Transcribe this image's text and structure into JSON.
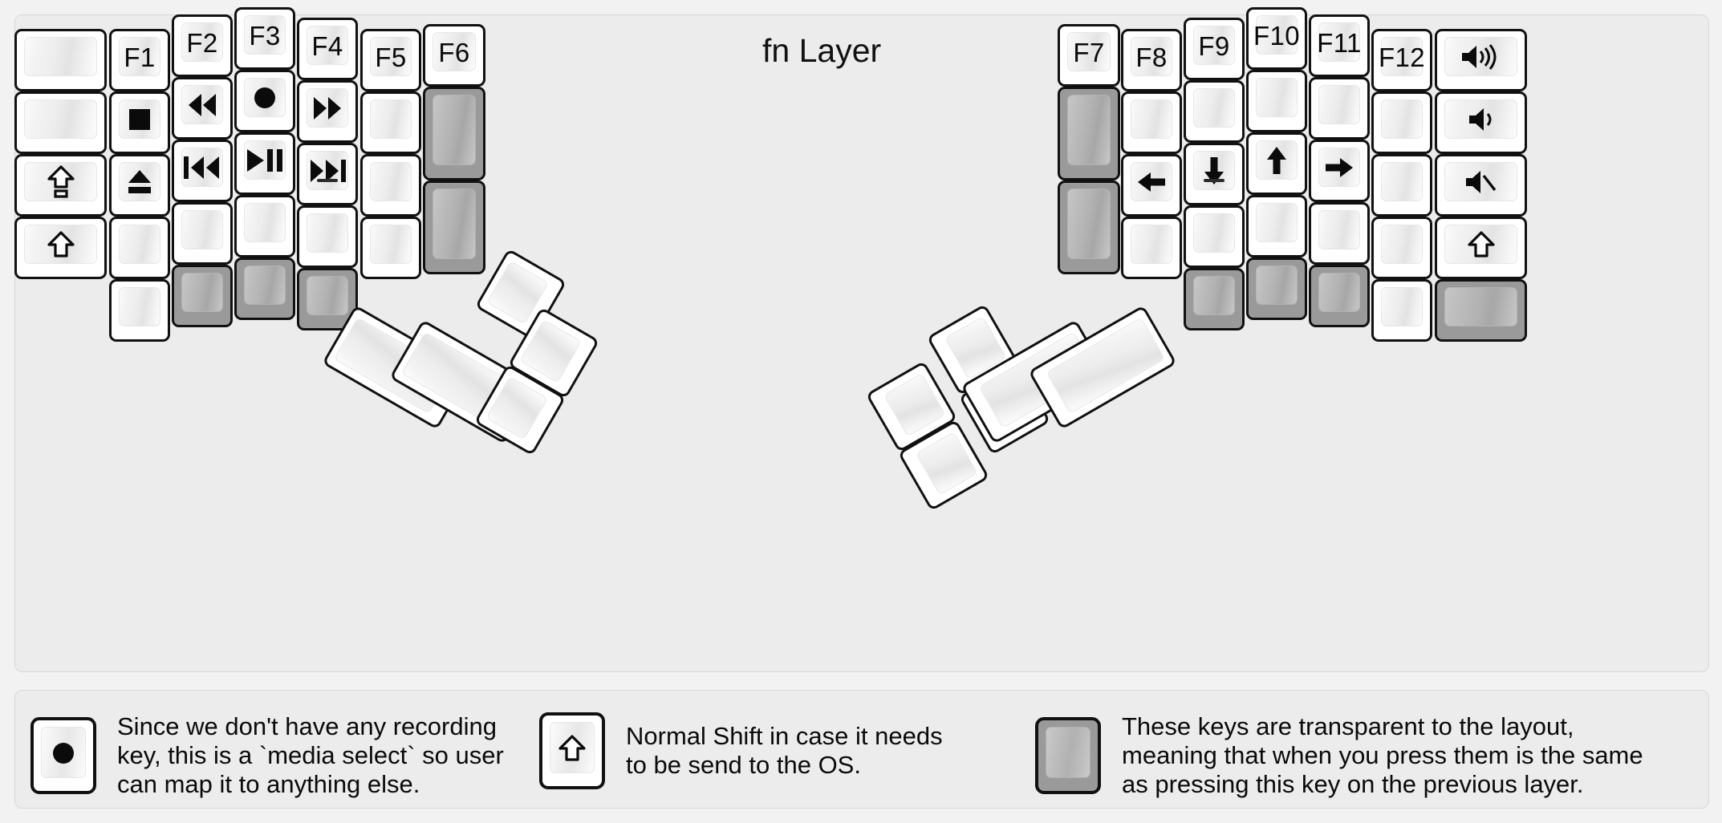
{
  "title": "fn Layer",
  "colors": {
    "background": "#f2f2f2",
    "panel": "#ececec",
    "key_fill": "#ffffff",
    "key_border": "#111111",
    "transparent_key": "#9a9a9a",
    "text": "#0a0a0a"
  },
  "left_half": {
    "name": "left-keyboard-half",
    "columns": [
      {
        "name": "col-pinky-outer",
        "keys": [
          {
            "label": "",
            "icon": "blank",
            "kind": "normal"
          },
          {
            "label": "",
            "icon": "blank",
            "kind": "normal"
          },
          {
            "label": "",
            "icon": "caps-lock",
            "kind": "normal"
          },
          {
            "label": "",
            "icon": "shift",
            "kind": "normal"
          }
        ]
      },
      {
        "name": "col-pinky",
        "keys": [
          {
            "label": "F1",
            "icon": "text",
            "kind": "normal"
          },
          {
            "label": "",
            "icon": "media-stop",
            "kind": "normal"
          },
          {
            "label": "",
            "icon": "media-eject",
            "kind": "normal"
          },
          {
            "label": "",
            "icon": "blank",
            "kind": "normal"
          },
          {
            "label": "",
            "icon": "blank",
            "kind": "normal"
          }
        ]
      },
      {
        "name": "col-ring",
        "keys": [
          {
            "label": "F2",
            "icon": "text",
            "kind": "normal"
          },
          {
            "label": "",
            "icon": "media-rewind",
            "kind": "normal"
          },
          {
            "label": "",
            "icon": "media-prev",
            "kind": "normal"
          },
          {
            "label": "",
            "icon": "blank",
            "kind": "normal"
          },
          {
            "label": "",
            "icon": "blank",
            "kind": "transparent"
          }
        ]
      },
      {
        "name": "col-middle",
        "keys": [
          {
            "label": "F3",
            "icon": "text",
            "kind": "normal"
          },
          {
            "label": "",
            "icon": "media-record",
            "kind": "normal"
          },
          {
            "label": "",
            "icon": "media-playpause",
            "kind": "normal"
          },
          {
            "label": "",
            "icon": "blank",
            "kind": "normal"
          },
          {
            "label": "",
            "icon": "blank",
            "kind": "transparent"
          }
        ]
      },
      {
        "name": "col-index",
        "keys": [
          {
            "label": "F4",
            "icon": "text",
            "kind": "normal"
          },
          {
            "label": "",
            "icon": "media-fastforward",
            "kind": "normal"
          },
          {
            "label": "",
            "icon": "media-next",
            "kind": "normal",
            "bump": true
          },
          {
            "label": "",
            "icon": "blank",
            "kind": "normal"
          },
          {
            "label": "",
            "icon": "blank",
            "kind": "transparent"
          }
        ]
      },
      {
        "name": "col-inner-1",
        "keys": [
          {
            "label": "F5",
            "icon": "text",
            "kind": "normal"
          },
          {
            "label": "",
            "icon": "blank",
            "kind": "normal"
          },
          {
            "label": "",
            "icon": "blank",
            "kind": "normal"
          },
          {
            "label": "",
            "icon": "blank",
            "kind": "normal"
          }
        ]
      },
      {
        "name": "col-inner-2",
        "keys": [
          {
            "label": "F6",
            "icon": "text",
            "kind": "normal"
          },
          {
            "label": "",
            "icon": "blank",
            "kind": "transparent"
          },
          {
            "label": "",
            "icon": "blank",
            "kind": "transparent"
          }
        ]
      }
    ],
    "thumb_cluster": {
      "name": "left-thumb-cluster",
      "keys": [
        {
          "label": "",
          "icon": "blank",
          "kind": "normal",
          "size": "2u-vertical"
        },
        {
          "label": "",
          "icon": "blank",
          "kind": "normal",
          "size": "2u-vertical"
        },
        {
          "label": "",
          "icon": "blank",
          "kind": "normal",
          "size": "1u"
        },
        {
          "label": "",
          "icon": "blank",
          "kind": "normal",
          "size": "1u"
        },
        {
          "label": "",
          "icon": "blank",
          "kind": "normal",
          "size": "1u"
        }
      ]
    }
  },
  "right_half": {
    "name": "right-keyboard-half",
    "columns": [
      {
        "name": "col-inner-2",
        "keys": [
          {
            "label": "F7",
            "icon": "text",
            "kind": "normal"
          },
          {
            "label": "",
            "icon": "blank",
            "kind": "transparent"
          },
          {
            "label": "",
            "icon": "blank",
            "kind": "transparent"
          }
        ]
      },
      {
        "name": "col-inner-1",
        "keys": [
          {
            "label": "F8",
            "icon": "text",
            "kind": "normal"
          },
          {
            "label": "",
            "icon": "blank",
            "kind": "normal"
          },
          {
            "label": "",
            "icon": "arrow-left",
            "kind": "normal"
          },
          {
            "label": "",
            "icon": "blank",
            "kind": "normal"
          }
        ]
      },
      {
        "name": "col-index",
        "keys": [
          {
            "label": "F9",
            "icon": "text",
            "kind": "normal"
          },
          {
            "label": "",
            "icon": "blank",
            "kind": "normal"
          },
          {
            "label": "",
            "icon": "arrow-down",
            "kind": "normal",
            "bump": true
          },
          {
            "label": "",
            "icon": "blank",
            "kind": "normal"
          },
          {
            "label": "",
            "icon": "blank",
            "kind": "transparent"
          }
        ]
      },
      {
        "name": "col-middle",
        "keys": [
          {
            "label": "F10",
            "icon": "text",
            "kind": "normal"
          },
          {
            "label": "",
            "icon": "blank",
            "kind": "normal"
          },
          {
            "label": "",
            "icon": "arrow-up",
            "kind": "normal"
          },
          {
            "label": "",
            "icon": "blank",
            "kind": "normal"
          },
          {
            "label": "",
            "icon": "blank",
            "kind": "transparent"
          }
        ]
      },
      {
        "name": "col-ring",
        "keys": [
          {
            "label": "F11",
            "icon": "text",
            "kind": "normal"
          },
          {
            "label": "",
            "icon": "blank",
            "kind": "normal"
          },
          {
            "label": "",
            "icon": "arrow-right",
            "kind": "normal"
          },
          {
            "label": "",
            "icon": "blank",
            "kind": "normal"
          },
          {
            "label": "",
            "icon": "blank",
            "kind": "transparent"
          }
        ]
      },
      {
        "name": "col-pinky",
        "keys": [
          {
            "label": "F12",
            "icon": "text",
            "kind": "normal"
          },
          {
            "label": "",
            "icon": "blank",
            "kind": "normal"
          },
          {
            "label": "",
            "icon": "blank",
            "kind": "normal"
          },
          {
            "label": "",
            "icon": "blank",
            "kind": "normal"
          },
          {
            "label": "",
            "icon": "blank",
            "kind": "normal"
          }
        ]
      },
      {
        "name": "col-pinky-outer",
        "keys": [
          {
            "label": "",
            "icon": "volume-up",
            "kind": "normal"
          },
          {
            "label": "",
            "icon": "volume-down",
            "kind": "normal"
          },
          {
            "label": "",
            "icon": "volume-mute",
            "kind": "normal"
          },
          {
            "label": "",
            "icon": "shift",
            "kind": "normal"
          },
          {
            "label": "",
            "icon": "blank",
            "kind": "transparent"
          }
        ]
      }
    ],
    "thumb_cluster": {
      "name": "right-thumb-cluster",
      "keys": [
        {
          "label": "",
          "icon": "blank",
          "kind": "normal",
          "size": "1u"
        },
        {
          "label": "",
          "icon": "blank",
          "kind": "normal",
          "size": "1u"
        },
        {
          "label": "",
          "icon": "blank",
          "kind": "normal",
          "size": "1u"
        },
        {
          "label": "",
          "icon": "blank",
          "kind": "normal",
          "size": "1u"
        },
        {
          "label": "",
          "icon": "blank",
          "kind": "normal",
          "size": "2u-vertical"
        },
        {
          "label": "",
          "icon": "blank",
          "kind": "normal",
          "size": "2u-vertical"
        }
      ]
    }
  },
  "legend": [
    {
      "name": "legend-media-select",
      "icon": "media-record",
      "key_kind": "normal",
      "text": "Since we don't have any recording\nkey, this is a `media select` so user\ncan map it to anything else."
    },
    {
      "name": "legend-normal-shift",
      "icon": "shift",
      "key_kind": "normal",
      "text": "Normal Shift in case it needs\nto be send to the OS."
    },
    {
      "name": "legend-transparent-keys",
      "icon": "blank",
      "key_kind": "transparent",
      "text": "These keys are transparent to the layout,\nmeaning that when you press them is the same\nas pressing this key on the previous layer."
    }
  ]
}
